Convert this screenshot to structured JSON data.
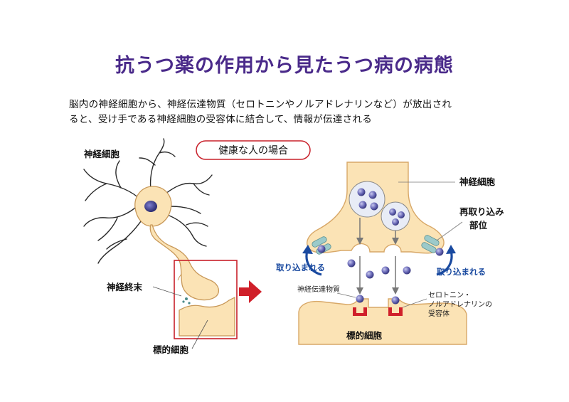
{
  "title": "抗うつ薬の作用から見たうつ病の病態",
  "description": {
    "line1": "脳内の神経細胞から、神経伝達物質（セロトニンやノルアドレナリンなど）が放出され",
    "line2": "ると、受け手である神経細胞の受容体に結合して、情報が伝達される"
  },
  "diagram": {
    "left_label_neuron": "神経細胞",
    "left_label_terminal": "神経終末",
    "left_label_target": "標的細胞",
    "badge_healthy": "健康な人の場合",
    "right_label_neuron": "神経細胞",
    "right_label_reuptake_line1": "再取り込み",
    "right_label_reuptake_line2": "部位",
    "right_label_taken_left": "取り込まれる",
    "right_label_taken_right": "取り込まれる",
    "right_label_transmitter": "神経伝達物質",
    "right_label_receptor_line1": "セロトニン・",
    "right_label_receptor_line2": "ノルアドレナリンの",
    "right_label_receptor_line3": "受容体",
    "right_label_target": "標的細胞"
  },
  "colors": {
    "title": "#4a2a8a",
    "cell_fill": "#fbe3b5",
    "cell_stroke": "#d8a868",
    "frame_red": "#c8202a",
    "arrow_blue": "#1a4aa0",
    "molecule": "#5a5aa8",
    "receptor_green": "#8fc0c0"
  }
}
